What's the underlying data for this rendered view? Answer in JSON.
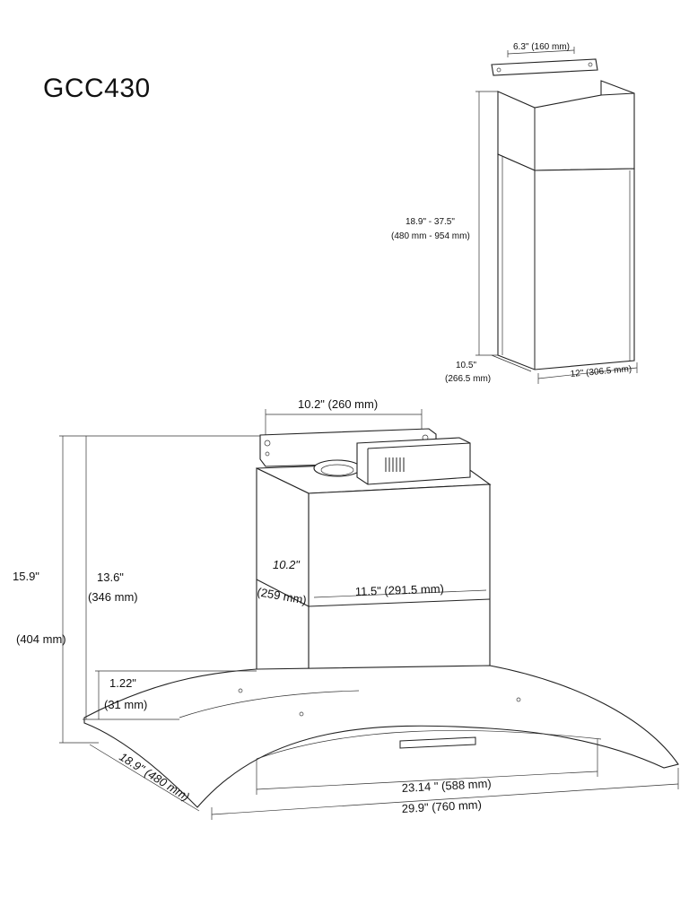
{
  "title": "GCC430",
  "chimney": {
    "bracket_width": "6.3\" (160 mm)",
    "height_range_in": "18.9\" - 37.5\"",
    "height_range_mm": "(480 mm - 954 mm)",
    "depth_in": "10.5\"",
    "depth_mm": "(266.5 mm)",
    "width": "12\" (306.5 mm)"
  },
  "hood": {
    "top_width": "10.2\" (260 mm)",
    "body_depth_in": "10.2\"",
    "body_depth_mm": "(259 mm)",
    "body_width": "11.5\" (291.5 mm)",
    "total_height_in": "15.9\"",
    "total_height_mm": "(404 mm)",
    "body_height_in": "13.6\"",
    "body_height_mm": "(346 mm)",
    "glass_height_in": "1.22\"",
    "glass_height_mm": "(31 mm)",
    "glass_depth": "18.9\" (480 mm)",
    "inner_width": "23.14 \" (588 mm)",
    "total_width": "29.9\" (760 mm)"
  }
}
